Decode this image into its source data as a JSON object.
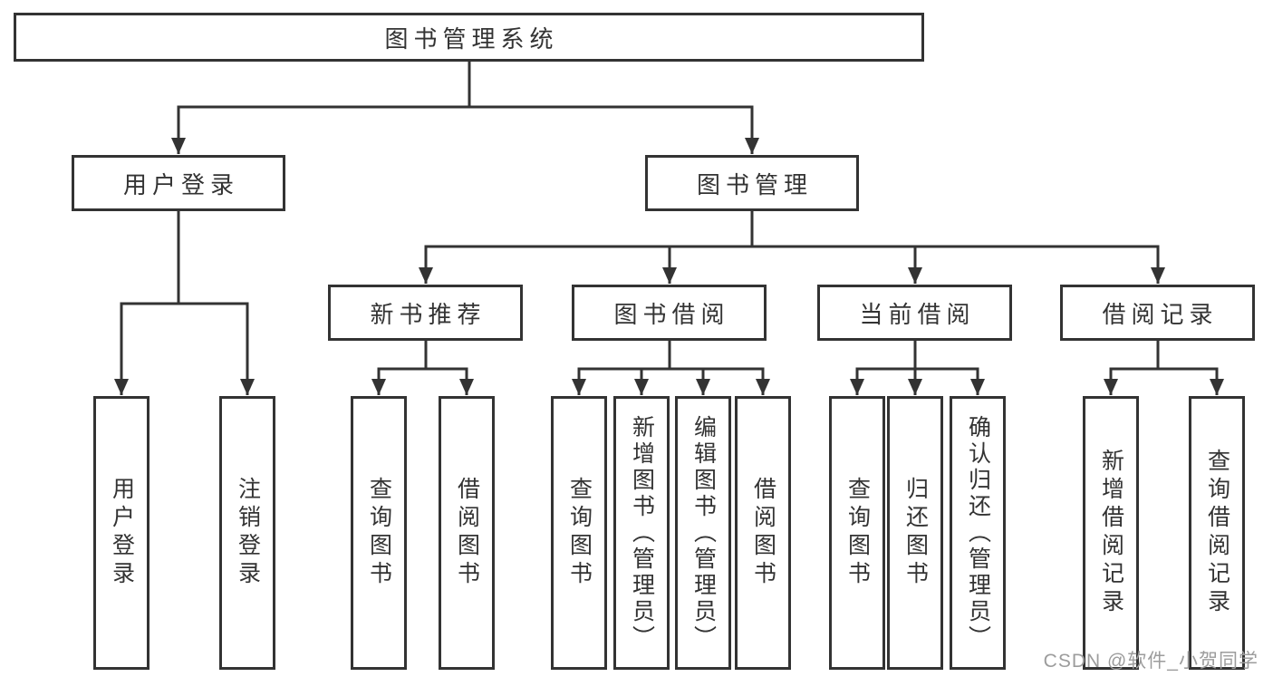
{
  "diagram": {
    "root": {
      "label": "图书管理系统"
    },
    "branches": [
      {
        "label": "用户登录",
        "children": [
          {
            "label": "用户登录"
          },
          {
            "label": "注销登录"
          }
        ]
      },
      {
        "label": "图书管理",
        "children": [
          {
            "label": "新书推荐",
            "children": [
              {
                "label": "查询图书"
              },
              {
                "label": "借阅图书"
              }
            ]
          },
          {
            "label": "图书借阅",
            "children": [
              {
                "label": "查询图书"
              },
              {
                "label": "新增图书（管理员）"
              },
              {
                "label": "编辑图书（管理员）"
              },
              {
                "label": "借阅图书"
              }
            ]
          },
          {
            "label": "当前借阅",
            "children": [
              {
                "label": "查询图书"
              },
              {
                "label": "归还图书"
              },
              {
                "label": "确认归还（管理员）"
              }
            ]
          },
          {
            "label": "借阅记录",
            "children": [
              {
                "label": "新增借阅记录"
              },
              {
                "label": "查询借阅记录"
              }
            ]
          }
        ]
      }
    ]
  },
  "watermark": {
    "text": "CSDN @软件_小贺同学"
  },
  "colors": {
    "line": "#333333",
    "box_border": "#333333",
    "text": "#333333",
    "background": "#ffffff",
    "watermark": "#9c9c9c"
  }
}
